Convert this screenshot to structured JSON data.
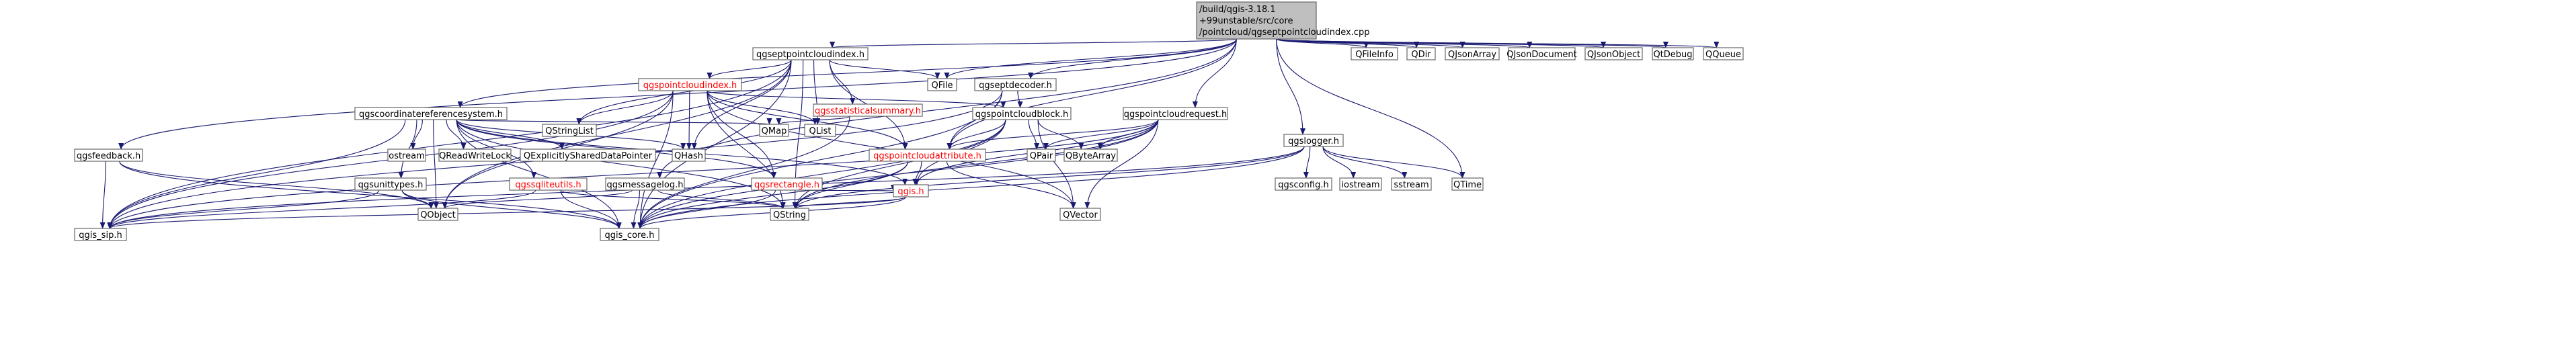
{
  "diagram": {
    "root": {
      "lines": [
        "/build/qgis-3.18.1",
        "+99unstable/src/core",
        "/pointcloud/qgseptpointcloudindex.cpp"
      ]
    },
    "nodes": [
      {
        "id": "ept_index_h",
        "label": "qgseptpointcloudindex.h"
      },
      {
        "id": "qfileinfo",
        "label": "QFileInfo"
      },
      {
        "id": "qdir",
        "label": "QDir"
      },
      {
        "id": "qjsonarray",
        "label": "QJsonArray"
      },
      {
        "id": "qjsondocument",
        "label": "QJsonDocument"
      },
      {
        "id": "qjsonobject",
        "label": "QJsonObject"
      },
      {
        "id": "qtdebug",
        "label": "QtDebug"
      },
      {
        "id": "qqueue",
        "label": "QQueue"
      },
      {
        "id": "pointcloudindex_h",
        "label": "qgspointcloudindex.h",
        "red": true
      },
      {
        "id": "eptdecoder_h",
        "label": "qgseptdecoder.h"
      },
      {
        "id": "qfile",
        "label": "QFile"
      },
      {
        "id": "qstringlist",
        "label": "QStringList"
      },
      {
        "id": "qlist",
        "label": "QList"
      },
      {
        "id": "statisticalsummary_h",
        "label": "qgsstatisticalsummary.h",
        "red": true
      },
      {
        "id": "crs_h",
        "label": "qgscoordinatereferencesystem.h"
      },
      {
        "id": "pointcloudblock_h",
        "label": "qgspointcloudblock.h"
      },
      {
        "id": "pointcloudrequest_h",
        "label": "qgspointcloudrequest.h"
      },
      {
        "id": "logger_h",
        "label": "qgslogger.h"
      },
      {
        "id": "ostream",
        "label": "ostream"
      },
      {
        "id": "qreadwritelock",
        "label": "QReadWriteLock"
      },
      {
        "id": "qexplicitly",
        "label": "QExplicitlySharedDataPointer"
      },
      {
        "id": "qhash",
        "label": "QHash"
      },
      {
        "id": "qmap",
        "label": "QMap"
      },
      {
        "id": "pointcloudattribute_h",
        "label": "qgspointcloudattribute.h",
        "red": true
      },
      {
        "id": "qpair",
        "label": "QPair"
      },
      {
        "id": "qbytearray",
        "label": "QByteArray"
      },
      {
        "id": "feedback_h",
        "label": "qgsfeedback.h"
      },
      {
        "id": "unittypes_h",
        "label": "qgsunittypes.h"
      },
      {
        "id": "sqliteutils_h",
        "label": "qgssqliteutils.h",
        "red": true
      },
      {
        "id": "messagelog_h",
        "label": "qgsmessagelog.h"
      },
      {
        "id": "rectangle_h",
        "label": "qgsrectangle.h",
        "red": true
      },
      {
        "id": "qgis_h",
        "label": "qgis.h",
        "red": true
      },
      {
        "id": "qgsconfig_h",
        "label": "qgsconfig.h"
      },
      {
        "id": "iostream",
        "label": "iostream"
      },
      {
        "id": "sstream",
        "label": "sstream"
      },
      {
        "id": "qtime",
        "label": "QTime"
      },
      {
        "id": "qobject",
        "label": "QObject"
      },
      {
        "id": "qstring",
        "label": "QString"
      },
      {
        "id": "qvector",
        "label": "QVector"
      },
      {
        "id": "qgis_sip_h",
        "label": "qgis_sip.h"
      },
      {
        "id": "qgis_core_h",
        "label": "qgis_core.h"
      }
    ],
    "edges": [
      [
        "root",
        "ept_index_h"
      ],
      [
        "root",
        "qfile"
      ],
      [
        "root",
        "qfileinfo"
      ],
      [
        "root",
        "qdir"
      ],
      [
        "root",
        "qjsonarray"
      ],
      [
        "root",
        "qjsondocument"
      ],
      [
        "root",
        "qjsonobject"
      ],
      [
        "root",
        "qtdebug"
      ],
      [
        "root",
        "qqueue"
      ],
      [
        "root",
        "qtime"
      ],
      [
        "root",
        "eptdecoder_h"
      ],
      [
        "root",
        "crs_h"
      ],
      [
        "root",
        "pointcloudrequest_h"
      ],
      [
        "root",
        "pointcloudattribute_h"
      ],
      [
        "root",
        "logger_h"
      ],
      [
        "root",
        "messagelog_h"
      ],
      [
        "root",
        "feedback_h"
      ],
      [
        "ept_index_h",
        "pointcloudindex_h"
      ],
      [
        "ept_index_h",
        "qfile"
      ],
      [
        "ept_index_h",
        "qstringlist"
      ],
      [
        "ept_index_h",
        "qlist"
      ],
      [
        "ept_index_h",
        "statisticalsummary_h"
      ],
      [
        "ept_index_h",
        "pointcloudattribute_h"
      ],
      [
        "ept_index_h",
        "qgis_sip_h"
      ],
      [
        "ept_index_h",
        "qgis_core_h"
      ],
      [
        "ept_index_h",
        "qobject"
      ],
      [
        "ept_index_h",
        "qstring"
      ],
      [
        "ept_index_h",
        "qhash"
      ],
      [
        "pointcloudindex_h",
        "qgis_sip_h"
      ],
      [
        "pointcloudindex_h",
        "qstringlist"
      ],
      [
        "pointcloudindex_h",
        "qlist"
      ],
      [
        "pointcloudindex_h",
        "pointcloudblock_h"
      ],
      [
        "pointcloudindex_h",
        "rectangle_h"
      ],
      [
        "pointcloudindex_h",
        "qhash"
      ],
      [
        "pointcloudindex_h",
        "qobject"
      ],
      [
        "pointcloudindex_h",
        "qstring"
      ],
      [
        "pointcloudindex_h",
        "qvector"
      ],
      [
        "pointcloudindex_h",
        "qgis_core_h"
      ],
      [
        "pointcloudindex_h",
        "pointcloudattribute_h"
      ],
      [
        "eptdecoder_h",
        "pointcloudblock_h"
      ],
      [
        "eptdecoder_h",
        "pointcloudattribute_h"
      ],
      [
        "eptdecoder_h",
        "qgis_sip_h"
      ],
      [
        "eptdecoder_h",
        "qgis_core_h"
      ],
      [
        "statisticalsummary_h",
        "qmap"
      ],
      [
        "statisticalsummary_h",
        "qgis_core_h"
      ],
      [
        "crs_h",
        "qgis_core_h"
      ],
      [
        "crs_h",
        "qgis_sip_h"
      ],
      [
        "crs_h",
        "ostream"
      ],
      [
        "crs_h",
        "qreadwritelock"
      ],
      [
        "crs_h",
        "qexplicitly"
      ],
      [
        "crs_h",
        "qhash"
      ],
      [
        "crs_h",
        "qmap"
      ],
      [
        "crs_h",
        "qobject"
      ],
      [
        "crs_h",
        "unittypes_h"
      ],
      [
        "crs_h",
        "sqliteutils_h"
      ],
      [
        "crs_h",
        "rectangle_h"
      ],
      [
        "crs_h",
        "qgis_h"
      ],
      [
        "crs_h",
        "qstring"
      ],
      [
        "pointcloudblock_h",
        "qgis_core_h"
      ],
      [
        "pointcloudblock_h",
        "qgis_h"
      ],
      [
        "pointcloudblock_h",
        "qvector"
      ],
      [
        "pointcloudblock_h",
        "pointcloudattribute_h"
      ],
      [
        "pointcloudblock_h",
        "qpair"
      ],
      [
        "pointcloudblock_h",
        "qbytearray"
      ],
      [
        "pointcloudblock_h",
        "qstring"
      ],
      [
        "pointcloudrequest_h",
        "qgis_core_h"
      ],
      [
        "pointcloudrequest_h",
        "qgis_sip_h"
      ],
      [
        "pointcloudrequest_h",
        "pointcloudattribute_h"
      ],
      [
        "pointcloudrequest_h",
        "qpair"
      ],
      [
        "pointcloudrequest_h",
        "qbytearray"
      ],
      [
        "pointcloudrequest_h",
        "qstring"
      ],
      [
        "pointcloudrequest_h",
        "qvector"
      ],
      [
        "pointcloudrequest_h",
        "qgis_h"
      ],
      [
        "pointcloudattribute_h",
        "qgis_h"
      ],
      [
        "pointcloudattribute_h",
        "qgis_core_h"
      ],
      [
        "pointcloudattribute_h",
        "qvector"
      ],
      [
        "pointcloudattribute_h",
        "qstring"
      ],
      [
        "logger_h",
        "qgsconfig_h"
      ],
      [
        "logger_h",
        "iostream"
      ],
      [
        "logger_h",
        "sstream"
      ],
      [
        "logger_h",
        "qtime"
      ],
      [
        "logger_h",
        "qgis_core_h"
      ],
      [
        "logger_h",
        "qgis_sip_h"
      ],
      [
        "logger_h",
        "qstring"
      ],
      [
        "feedback_h",
        "qgis_sip_h"
      ],
      [
        "feedback_h",
        "qgis_core_h"
      ],
      [
        "feedback_h",
        "qobject"
      ],
      [
        "unittypes_h",
        "qgis_sip_h"
      ],
      [
        "unittypes_h",
        "qgis_core_h"
      ],
      [
        "unittypes_h",
        "qobject"
      ],
      [
        "sqliteutils_h",
        "qgis_core_h"
      ],
      [
        "sqliteutils_h",
        "qgis_sip_h"
      ],
      [
        "sqliteutils_h",
        "qstring"
      ],
      [
        "messagelog_h",
        "qgis_core_h"
      ],
      [
        "messagelog_h",
        "qstring"
      ],
      [
        "messagelog_h",
        "qobject"
      ],
      [
        "rectangle_h",
        "qgis_core_h"
      ],
      [
        "rectangle_h",
        "qgis_h"
      ],
      [
        "qgis_h",
        "qgis_core_h"
      ],
      [
        "qgis_h",
        "qgis_sip_h"
      ],
      [
        "qgis_h",
        "qstring"
      ]
    ]
  }
}
